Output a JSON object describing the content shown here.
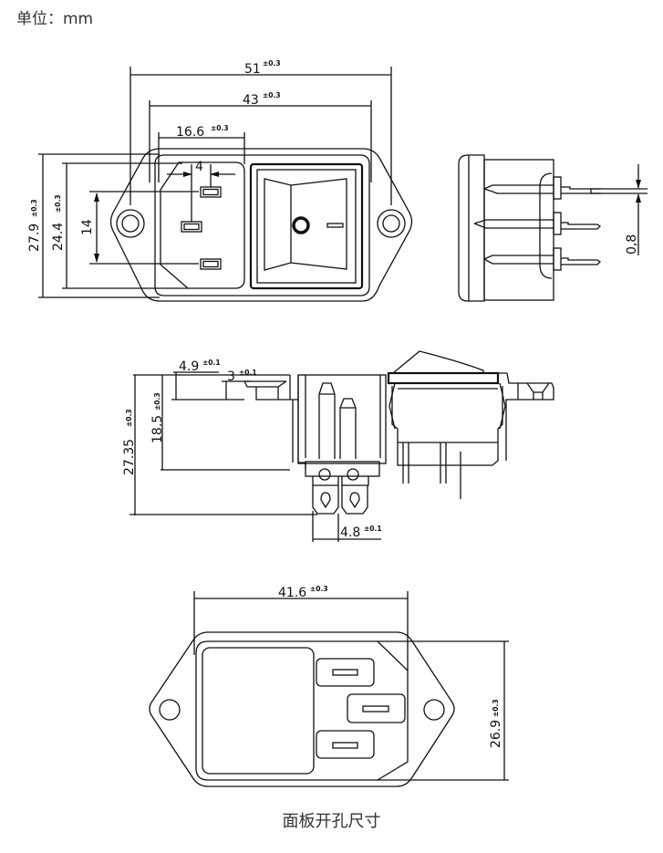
{
  "header": {
    "unit_label": "单位：mm"
  },
  "front_view": {
    "dims": {
      "overall_width": {
        "value": "51",
        "tol": "±0.3"
      },
      "hole_pitch": {
        "value": "43",
        "tol": "±0.3"
      },
      "socket_width": {
        "value": "16.6",
        "tol": "±0.3"
      },
      "pin_offset": {
        "value": "4",
        "tol": ""
      },
      "pin_span": {
        "value": "14",
        "tol": ""
      },
      "overall_height": {
        "value": "27.9",
        "tol": "±0.3"
      },
      "socket_height": {
        "value": "24.4",
        "tol": "±0.3"
      }
    }
  },
  "side_view": {
    "dims": {
      "terminal_thickness": {
        "value": "0,8",
        "tol": ""
      }
    }
  },
  "top_view": {
    "dims": {
      "flange_offset": {
        "value": "4.9",
        "tol": "±0.1"
      },
      "flange_thickness": {
        "value": "3",
        "tol": "±0.1"
      },
      "body_depth": {
        "value": "18.5",
        "tol": "±0.3"
      },
      "total_depth": {
        "value": "27.35",
        "tol": "±0.3"
      },
      "terminal_pitch": {
        "value": "4.8",
        "tol": "±0.1"
      }
    }
  },
  "cutout_view": {
    "dims": {
      "cutout_width": {
        "value": "41.6",
        "tol": "±0.3"
      },
      "cutout_height": {
        "value": "26.9",
        "tol": "±0.3"
      }
    },
    "caption": "面板开孔尺寸"
  }
}
